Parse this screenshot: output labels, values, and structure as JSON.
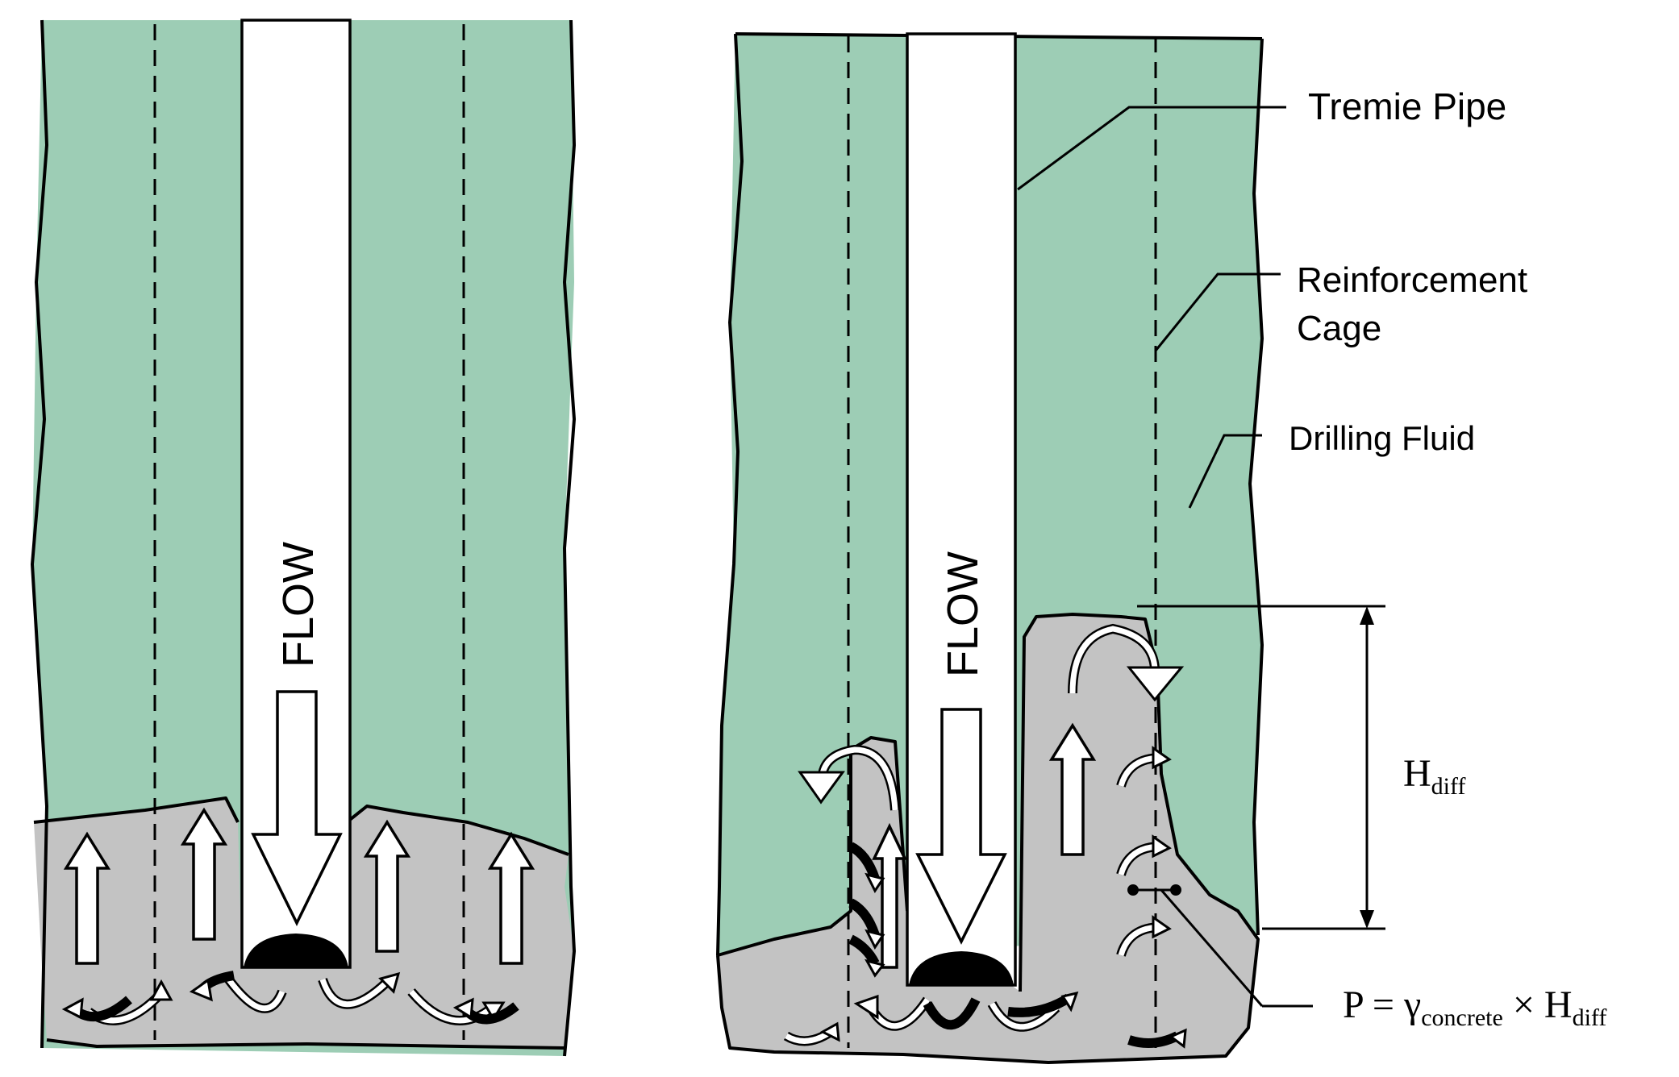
{
  "diagram": {
    "left_panel": {
      "pipe_label": "FLOW"
    },
    "right_panel": {
      "pipe_label": "FLOW"
    },
    "labels": {
      "tremie_pipe": "Tremie Pipe",
      "reinforcement_cage_line1": "Reinforcement",
      "reinforcement_cage_line2": "Cage",
      "drilling_fluid": "Drilling Fluid",
      "h_diff_main": "H",
      "h_diff_sub": "diff"
    },
    "formula": {
      "p": "P",
      "equals": " = ",
      "gamma": "γ",
      "gamma_sub": "concrete",
      "times": " × ",
      "h": "H",
      "h_sub": "diff"
    },
    "colors": {
      "drilling_fluid": "#9dcdb5",
      "concrete": "#c3c3c3",
      "pipe": "#ffffff",
      "outline": "#000000"
    }
  }
}
